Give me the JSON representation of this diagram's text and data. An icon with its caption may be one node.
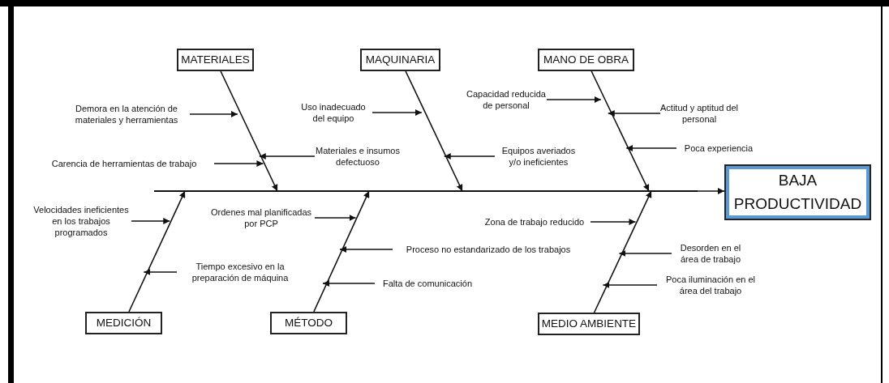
{
  "diagram": {
    "nodes": [
      {
        "text": [
          "MATERIALES"
        ]
      },
      {
        "text": [
          "MAQUINARIA"
        ]
      },
      {
        "text": [
          "MANO DE OBRA"
        ]
      },
      {
        "text": [
          "Capacidad reducida de personal"
        ]
      },
      {
        "text": [
          "Demora en la atención de materiales y herramientas"
        ]
      },
      {
        "text": [
          "Uso inadecuado del equipo"
        ]
      },
      {
        "text": [
          "Actitud y aptitud del personal"
        ]
      },
      {
        "text": [
          "Poca experiencia"
        ]
      },
      {
        "text": [
          "Materiales e insumos defectuoso"
        ]
      },
      {
        "text": [
          "Equipos averiados y/o ineficientes"
        ]
      },
      {
        "text": [
          "Carencia de herramientas de trabajo"
        ]
      },
      {
        "text": [
          "BAJA PRODUCTIVIDAD"
        ]
      },
      {
        "text": [
          "Velocidades ineficientes en los trabajos programados"
        ]
      },
      {
        "text": [
          "Zona de trabajo reducido"
        ]
      },
      {
        "text": [
          "Ordenes mal planificadas por PCP"
        ]
      },
      {
        "text": [
          "Proceso no estandarizado de los trabajos"
        ]
      },
      {
        "text": [
          "Desorden en el área de trabajo"
        ]
      },
      {
        "text": [
          "Tiempo excesivo en la preparación de máquina"
        ]
      },
      {
        "text": [
          "Falta de comunicación"
        ]
      },
      {
        "text": [
          "Poca iluminación en el área del trabajo"
        ]
      },
      {
        "text": [
          "MEDICIÓN"
        ]
      },
      {
        "text": [
          "MÉTODO"
        ]
      },
      {
        "text": [
          "MEDIO AMBIENTE"
        ]
      },
      {
        "text": [],
        "shape": "bar"
      }
    ],
    "edges": [
      {
        "from": 23,
        "to": 11,
        "arrow": "to"
      },
      {
        "from": 0,
        "to": 23,
        "arrow": "to"
      },
      {
        "from": 1,
        "to": 23,
        "arrow": "to"
      },
      {
        "from": 2,
        "to": 23,
        "arrow": "to"
      },
      {
        "from": 20,
        "to": 23,
        "arrow": "to"
      },
      {
        "from": 21,
        "to": 23,
        "arrow": "to"
      },
      {
        "from": 22,
        "to": 23,
        "arrow": "to"
      },
      {
        "from": 4,
        "to": null,
        "arrow": "to"
      },
      {
        "from": 10,
        "to": null,
        "arrow": "to"
      },
      {
        "from": 8,
        "to": null,
        "arrow": "to"
      },
      {
        "from": 5,
        "to": null,
        "arrow": "to"
      },
      {
        "from": 9,
        "to": null,
        "arrow": "to"
      },
      {
        "from": 3,
        "to": null,
        "arrow": "to"
      },
      {
        "from": 6,
        "to": null,
        "arrow": "to"
      },
      {
        "from": 7,
        "to": null,
        "arrow": "to"
      },
      {
        "from": 12,
        "to": null,
        "arrow": "to"
      },
      {
        "from": 17,
        "to": null,
        "arrow": "to"
      },
      {
        "from": 14,
        "to": null,
        "arrow": "to"
      },
      {
        "from": 15,
        "to": null,
        "arrow": "to"
      },
      {
        "from": 18,
        "to": null,
        "arrow": "to"
      },
      {
        "from": 13,
        "to": null,
        "arrow": "to"
      },
      {
        "from": 16,
        "to": null,
        "arrow": "to"
      },
      {
        "from": 19,
        "to": null,
        "arrow": "to"
      }
    ]
  }
}
